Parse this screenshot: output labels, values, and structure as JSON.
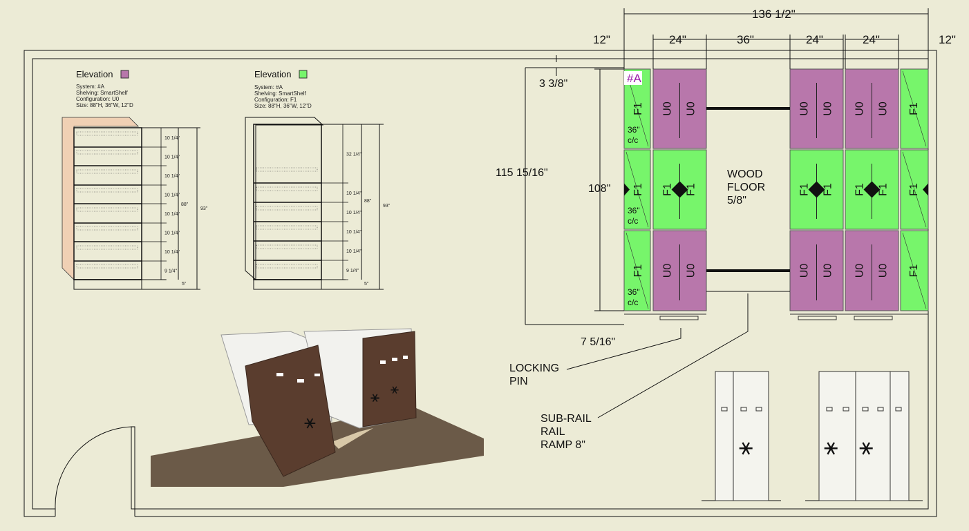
{
  "colors": {
    "background": "#ecebd6",
    "u0": "#b877ab",
    "f1": "#77f56b",
    "floor": "#6b5a48",
    "panel": "#5a3d2e"
  },
  "elevations": [
    {
      "title": "Elevation",
      "swatch": "#b877ab",
      "system": "System: #A",
      "shelving": "Shelving: SmartShelf",
      "configuration": "Configuration: U0",
      "size": "Size: 88\"H, 36\"W, 12\"D",
      "openings": [
        "10 1/4\"",
        "10 1/4\"",
        "10 1/4\"",
        "10 1/4\"",
        "10 1/4\"",
        "10 1/4\"",
        "10 1/4\"",
        "9 1/4\""
      ],
      "height": "88\"",
      "overall": "93\"",
      "base": "5\""
    },
    {
      "title": "Elevation",
      "swatch": "#77f56b",
      "system": "System: #A",
      "shelving": "Shelving: SmartShelf",
      "configuration": "Configuration: F1",
      "size": "Size: 88\"H, 36\"W, 12\"D",
      "openings": [
        "32 1/4\"",
        "10 1/4\"",
        "10 1/4\"",
        "10 1/4\"",
        "10 1/4\"",
        "9 1/4\""
      ],
      "height": "88\"",
      "overall": "93\"",
      "base": "5\""
    }
  ],
  "plan": {
    "overall_width": "136 1/2\"",
    "column_dims": [
      "12\"",
      "24\"",
      "36\"",
      "24\"",
      "24\"",
      "12\""
    ],
    "top_offset": "3 3/8\"",
    "overall_depth": "115 15/16\"",
    "run_length": "108\"",
    "bottom_offset": "7 5/16\"",
    "system_tag": "#A",
    "spacing_label": [
      "36\"",
      "c/c"
    ],
    "u0_label": "U0",
    "f1_label": "F1",
    "floor_note": [
      "WOOD",
      "FLOOR",
      "5/8\""
    ]
  },
  "callouts": {
    "locking_pin": [
      "LOCKING",
      "PIN"
    ],
    "sub_rail": [
      "SUB-RAIL",
      "RAIL",
      "RAMP 8\""
    ]
  }
}
